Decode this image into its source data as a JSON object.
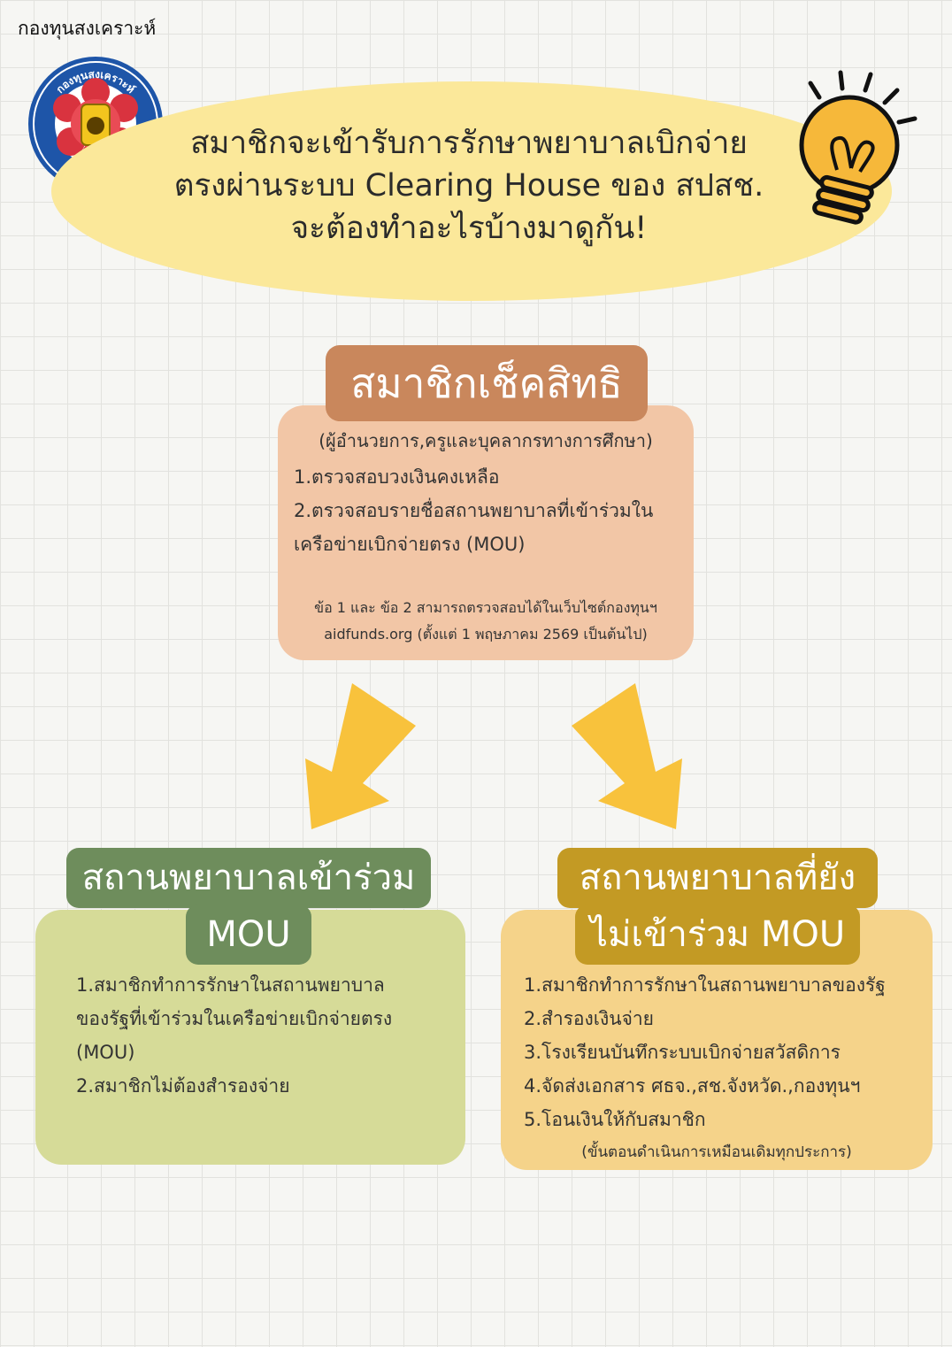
{
  "header": {
    "org_name": "กองทุนสงเคราะห์",
    "headline": [
      "สมาชิกจะเข้ารับการรักษาพยาบาลเบิกจ่าย",
      "ตรงผ่านระบบ Clearing House ของ สปสช.",
      "จะต้องทำอะไรบ้างมาดูกัน!"
    ]
  },
  "logo": {
    "icon": "fund-seal-logo-icon",
    "text": "กองทุนสงเคราะห์"
  },
  "bulb_icon": "lightbulb-icon",
  "check": {
    "title": "สมาชิกเช็คสิทธิ",
    "subtitle": "(ผู้อำนวยการ,ครูและบุคลากรทางการศึกษา)",
    "items": [
      "1.ตรวจสอบวงเงินคงเหลือ",
      "2.ตรวจสอบรายชื่อสถานพยาบาลที่เข้าร่วมใน",
      "เครือข่ายเบิกจ่ายตรง (MOU)"
    ],
    "note": [
      "ข้อ 1 และ ข้อ 2 สามารถตรวจสอบได้ในเว็บไซต์กองทุนฯ",
      "aidfunds.org (ตั้งแต่ 1 พฤษภาคม 2569 เป็นต้นไป)"
    ]
  },
  "left_box": {
    "title_line1": "สถานพยาบาลเข้าร่วม",
    "title_line2": "MOU",
    "items": [
      "1.สมาชิกทำการรักษาในสถานพยาบาล",
      "ของรัฐที่เข้าร่วมในเครือข่ายเบิกจ่ายตรง",
      "(MOU)",
      "2.สมาชิกไม่ต้องสำรองจ่าย"
    ]
  },
  "right_box": {
    "title_line1": "สถานพยาบาลที่ยัง",
    "title_line2": "ไม่เข้าร่วม MOU",
    "items": [
      "1.สมาชิกทำการรักษาในสถานพยาบาลของรัฐ",
      "2.สำรองเงินจ่าย",
      "3.โรงเรียนบันทึกระบบเบิกจ่ายสวัสดิการ",
      "4.จัดส่งเอกสาร ศธจ.,สช.จังหวัด.,กองทุนฯ",
      "5.โอนเงินให้กับสมาชิก"
    ],
    "note": "(ขั้นตอนดำเนินการเหมือนเดิมทุกประการ)"
  },
  "colors": {
    "banner": "#fbe89a",
    "check_header": "#c9875c",
    "check_card": "#f2c6a6",
    "left_header": "#6e8d5c",
    "left_card": "#d6db98",
    "right_header": "#c39a24",
    "right_card": "#f5d38a",
    "arrow": "#f8c23c"
  }
}
